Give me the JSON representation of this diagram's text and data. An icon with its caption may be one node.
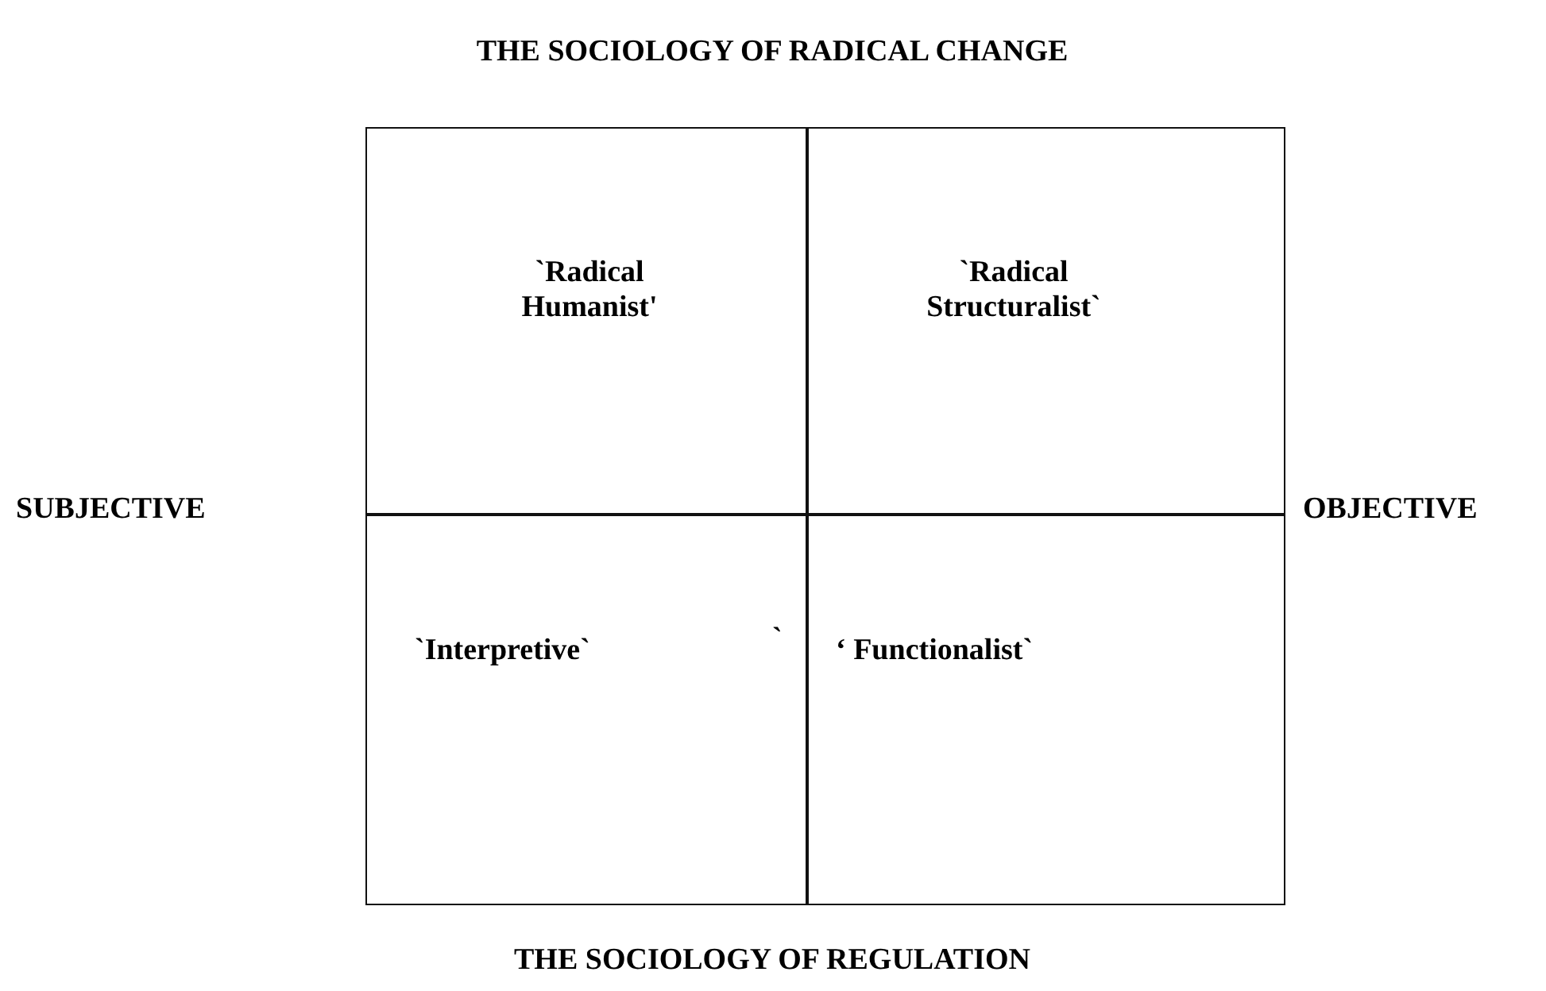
{
  "diagram": {
    "nodes": [
      {
        "text": [
          "`Radical Humanist'"
        ]
      },
      {
        "text": [
          "`Radical Structuralist`"
        ]
      },
      {
        "text": [
          "`Interpretive`"
        ]
      },
      {
        "text": [
          "‘ Functionalist`"
        ]
      }
    ],
    "labels": [
      "THE SOCIOLOGY OF RADICAL CHANGE",
      "SUBJECTIVE",
      "OBJECTIVE",
      "`",
      "THE SOCIOLOGY OF REGULATION"
    ]
  }
}
